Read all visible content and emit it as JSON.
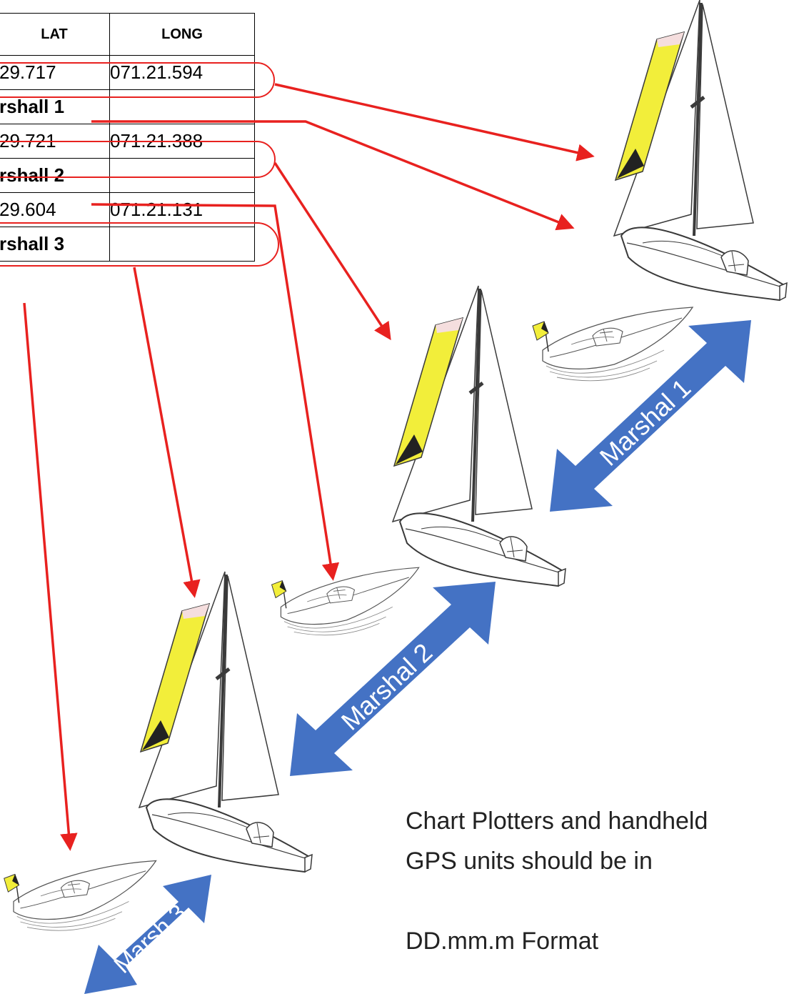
{
  "table": {
    "headers": {
      "lat": "LAT",
      "long": "LONG"
    },
    "rows": [
      {
        "lat": "29.717",
        "long": "071.21.594",
        "kind": "coord"
      },
      {
        "lat": "rshall 1",
        "long": "",
        "kind": "marshal"
      },
      {
        "lat": "29.721",
        "long": "071.21.388",
        "kind": "coord"
      },
      {
        "lat": "rshall 2",
        "long": "",
        "kind": "marshal"
      },
      {
        "lat": "29.604",
        "long": "071.21.131",
        "kind": "coord"
      },
      {
        "lat": "rshall 3",
        "long": "",
        "kind": "marshal"
      }
    ]
  },
  "marshal_labels": {
    "m1": "Marshal 1",
    "m2": "Marshal 2",
    "m3": "Marsh 3"
  },
  "note": {
    "line1": "Chart Plotters and handheld",
    "line2": "GPS units should be in",
    "line3": "DD.mm.m Format"
  },
  "colors": {
    "arrow": "#e8211f",
    "double_arrow": "#4472c4",
    "sail_yellow": "#f2ee3a",
    "outline": "#3a3a3a"
  }
}
